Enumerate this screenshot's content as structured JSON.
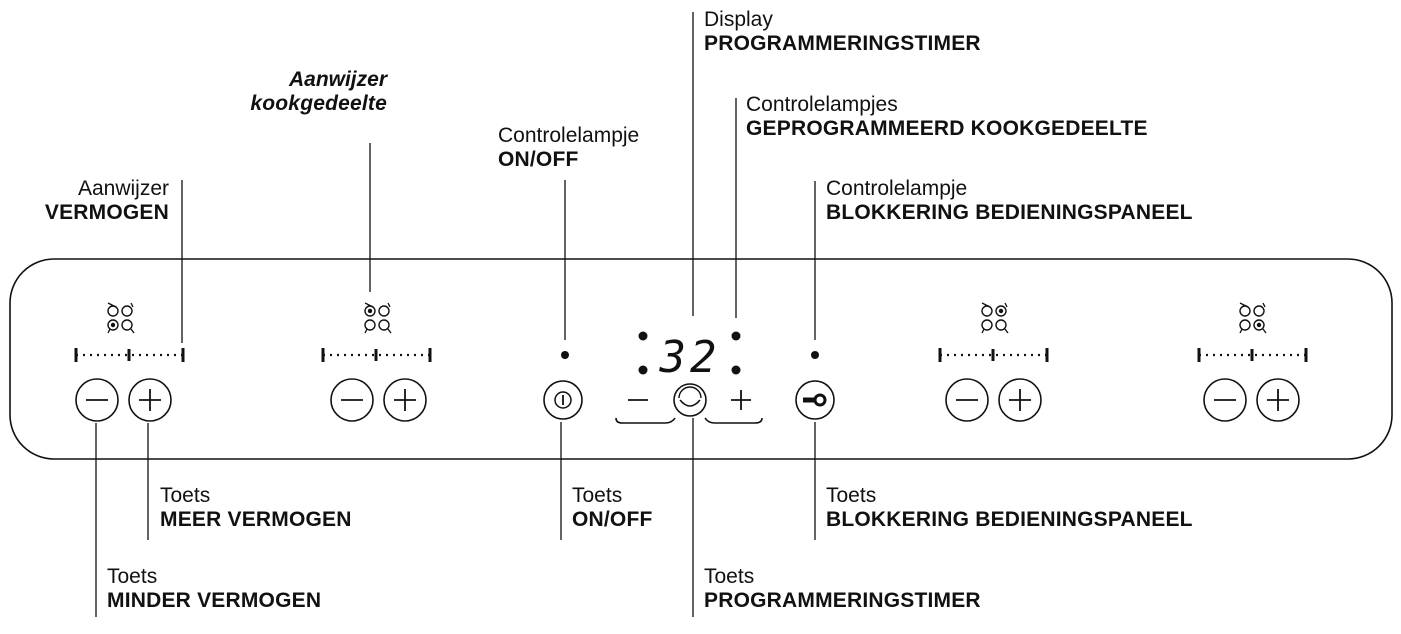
{
  "labels": {
    "display": {
      "line1": "Display",
      "line2": "PROGRAMMERINGSTIMER"
    },
    "aanwijzer_kook": {
      "line1": "Aanwijzer",
      "line2": "kookgedeelte"
    },
    "controle_geprogrammeerd": {
      "line1": "Controlelampjes",
      "line2": "GEPROGRAMMEERD KOOKGEDEELTE"
    },
    "controle_onoff": {
      "line1": "Controlelampje",
      "line2": "ON/OFF"
    },
    "controle_blokkering": {
      "line1": "Controlelampje",
      "line2": "BLOKKERING BEDIENINGSPANEEL"
    },
    "aanwijzer_vermogen": {
      "line1": "Aanwijzer",
      "line2": "VERMOGEN"
    },
    "toets_meer": {
      "line1": "Toets",
      "line2": "MEER VERMOGEN"
    },
    "toets_onoff": {
      "line1": "Toets",
      "line2": "ON/OFF"
    },
    "toets_blokkering": {
      "line1": "Toets",
      "line2": "BLOKKERING BEDIENINGSPANEEL"
    },
    "toets_minder": {
      "line1": "Toets",
      "line2": "MINDER VERMOGEN"
    },
    "toets_timer": {
      "line1": "Toets",
      "line2": "PROGRAMMERINGSTIMER"
    }
  },
  "panel": {
    "display_value": "32",
    "minus_symbol": "−",
    "plus_symbol": "+"
  },
  "colors": {
    "ink": "#111111",
    "background": "#ffffff"
  },
  "icons": [
    "cooking-zone-icon",
    "minus-icon",
    "plus-icon",
    "power-icon",
    "timer-clock-icon",
    "key-lock-icon"
  ]
}
